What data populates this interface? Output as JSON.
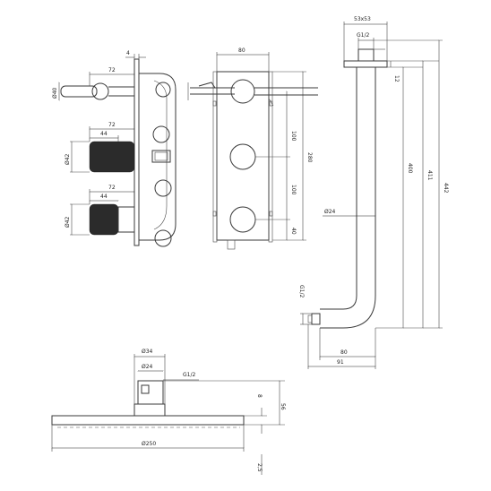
{
  "valve_side_view": {
    "dim_plate_thickness": "4",
    "dim_lever_projection": "72",
    "dim_lever_dia": "Ø40",
    "dim_knob1_projection": "72",
    "dim_knob1_length": "44",
    "dim_knob1_dia": "Ø42",
    "dim_knob2_projection": "72",
    "dim_knob2_length": "44",
    "dim_knob2_dia": "Ø42"
  },
  "valve_front_view": {
    "dim_width": "80",
    "dim_pitch_top": "100",
    "dim_pitch_bottom": "100",
    "dim_total_height": "280",
    "dim_bottom_offset": "40"
  },
  "shower_arm": {
    "dim_flange": "53x53",
    "dim_thread_top": "G1/2",
    "dim_offset_top": "12",
    "dim_height_400": "400",
    "dim_height_411": "411",
    "dim_height_442": "442",
    "dim_tube_dia": "Ø24",
    "dim_thread_bottom": "G1/2",
    "dim_projection_80": "80",
    "dim_projection_91": "91"
  },
  "shower_head": {
    "dim_nut_dia": "Ø34",
    "dim_inlet_dia": "Ø24",
    "dim_thread": "G1/2",
    "dim_plate_height": "8",
    "dim_total_height": "56",
    "dim_head_dia": "Ø250",
    "dim_edge": "2,5"
  }
}
